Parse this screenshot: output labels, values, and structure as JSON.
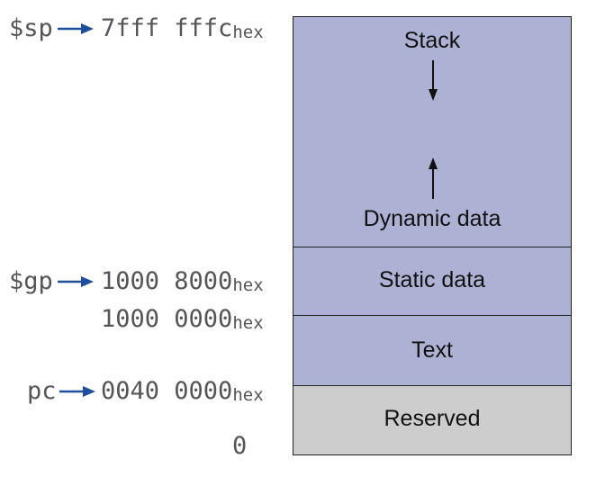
{
  "segments": {
    "stack": "Stack",
    "dynamic": "Dynamic data",
    "static": "Static data",
    "text": "Text",
    "reserved": "Reserved"
  },
  "registers": {
    "sp": "$sp",
    "gp": "$gp",
    "pc": "pc"
  },
  "addresses": {
    "sp_value": "7fff fffc",
    "gp_value": "1000 8000",
    "static_start": "1000 0000",
    "text_start": "0040 0000",
    "bottom": "0",
    "hex_suffix": "hex"
  },
  "colors": {
    "segment_fill": "#adb1d4",
    "reserved_fill": "#cdcdcd",
    "pointer_arrow": "#1f4e9c"
  }
}
